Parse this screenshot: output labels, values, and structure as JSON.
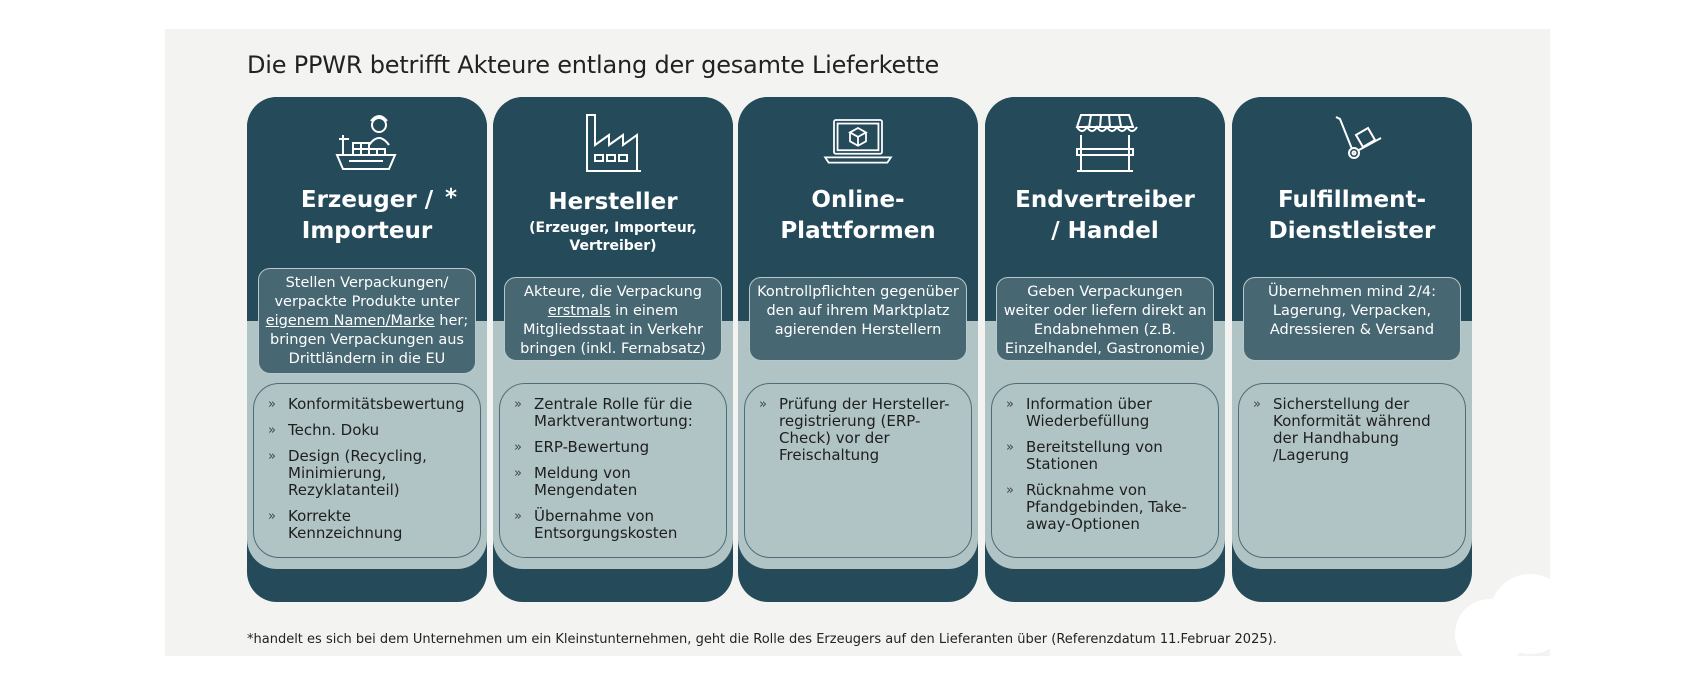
{
  "title": "Die PPWR betrifft Akteure entlang der gesamte Lieferkette",
  "cards": [
    {
      "icon": "ship-worker-icon",
      "heading_lines": [
        "Erzeuger /",
        "Importeur"
      ],
      "star": "*",
      "description": {
        "before": "Stellen Verpackungen/ verpackte Produkte unter ",
        "underlined": "eigenem Namen/Marke",
        "after": " her; bringen Verpackungen aus Drittländern in die EU"
      },
      "bullets": [
        "Konformitätsbewertung",
        "Techn. Doku",
        "Design (Recycling, Minimierung, Rezyklatanteil)",
        "Korrekte Kennzeichnung"
      ]
    },
    {
      "icon": "factory-icon",
      "heading_lines": [
        "Hersteller"
      ],
      "subheading": "(Erzeuger, Importeur, Vertreiber)",
      "description": {
        "before": "Akteure, die Verpackung ",
        "underlined": "erstmals",
        "after": " in einem Mitgliedsstaat in Verkehr bringen (inkl. Fernabsatz)"
      },
      "bullets": [
        "Zentrale Rolle für die Marktverantwortung:",
        "ERP-Bewertung",
        "Meldung von Mengendaten",
        "Übernahme von Entsorgungskosten"
      ]
    },
    {
      "icon": "laptop-package-icon",
      "heading_lines": [
        "Online-",
        "Plattformen"
      ],
      "description": {
        "before": "Kontrollpflichten gegenüber den auf ihrem Marktplatz agierenden Herstellern",
        "underlined": "",
        "after": ""
      },
      "bullets": [
        "Prüfung der Hersteller-registrierung (ERP-Check) vor der Freischaltung"
      ]
    },
    {
      "icon": "market-stall-icon",
      "heading_lines": [
        "Endvertreiber",
        "/ Handel"
      ],
      "description": {
        "before": "Geben Verpackungen weiter oder liefern direkt an Endabnehmen (z.B. Einzelhandel, Gastronomie)",
        "underlined": "",
        "after": ""
      },
      "bullets": [
        "Information über Wiederbefüllung",
        "Bereitstellung von Stationen",
        "Rücknahme von Pfandgebinden, Take-away-Optionen"
      ]
    },
    {
      "icon": "hand-truck-icon",
      "heading_lines": [
        "Fulfillment-",
        "Dienstleister"
      ],
      "description": {
        "before": "Übernehmen mind 2/4: Lagerung, Verpacken, Adressieren & Versand",
        "underlined": "",
        "after": ""
      },
      "bullets": [
        "Sicherstellung der Konformität während der Handhabung /Lagerung"
      ]
    }
  ],
  "footnote": "*handelt es sich bei dem Unternehmen um ein Kleinstunternehmen, geht die Rolle des Erzeugers auf den Lieferanten über (Referenzdatum 11.Februar 2025).",
  "colors": {
    "card_dark": "#254b5a",
    "card_light": "#b1c4c5",
    "desc_box": "#476773",
    "slide_bg": "#f3f3f2"
  }
}
